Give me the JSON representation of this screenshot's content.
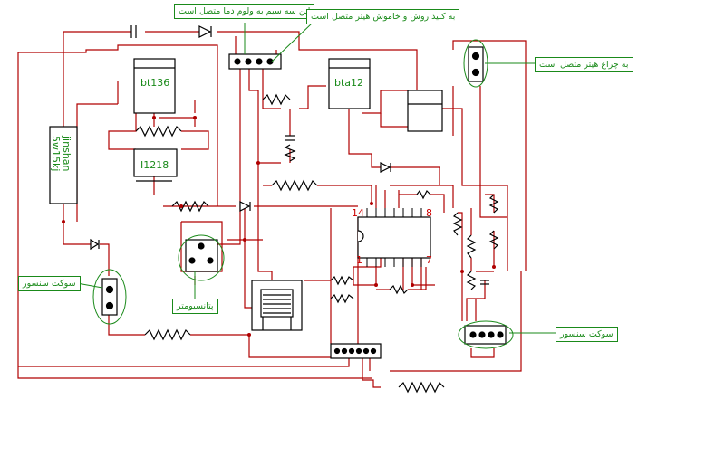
{
  "labels": {
    "wire_to_valve": "این سه سیم به ولوم دما متصل است",
    "key_heater": "به کلید روش و خاموش هیتر متصل است",
    "heater_lamp": "به چراغ هیتر متصل است",
    "sensor_socket_left": "سوکت سنسور",
    "sensor_socket_right": "سوکت سنسور",
    "potentiometer": "پتانسیومتر"
  },
  "components": {
    "triac_left": "bt136",
    "triac_right": "bta12",
    "transformer_left": "I1218",
    "resistor_big_line1": "jinshan",
    "resistor_big_line2": "5w15kj"
  },
  "ic_pins": {
    "p14": "14",
    "p8": "8",
    "p1": "1",
    "p7": "7"
  },
  "colors": {
    "wire": "#b00000",
    "component": "#000000",
    "label": "#1a8a1a"
  }
}
